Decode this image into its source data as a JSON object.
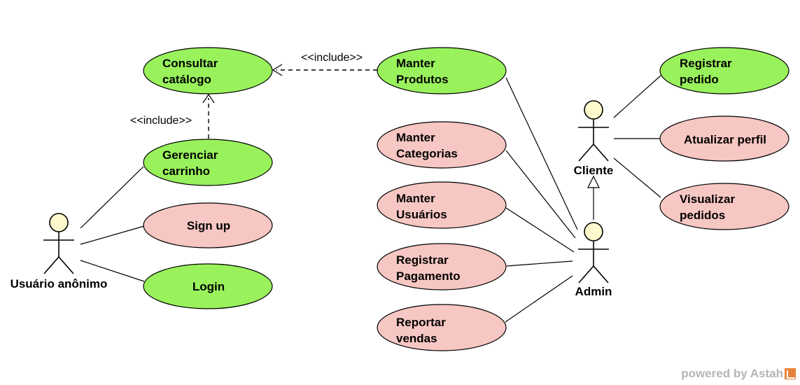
{
  "colors": {
    "green": "#99f25c",
    "pink": "#f7c7c3",
    "actor_head": "#fffacd",
    "stroke": "#000000"
  },
  "actors": {
    "anon": "Usuário anônimo",
    "cliente": "Cliente",
    "admin": "Admin"
  },
  "use_cases": {
    "consultar": [
      "Consultar",
      "catálogo"
    ],
    "gerenciar": [
      "Gerenciar",
      "carrinho"
    ],
    "signup": [
      "Sign up"
    ],
    "login": [
      "Login"
    ],
    "manter_produtos": [
      "Manter",
      "Produtos"
    ],
    "manter_categorias": [
      "Manter",
      "Categorias"
    ],
    "manter_usuarios": [
      "Manter",
      "Usuários"
    ],
    "registrar_pagamento": [
      "Registrar",
      "Pagamento"
    ],
    "reportar_vendas": [
      "Reportar",
      "vendas"
    ],
    "registrar_pedido": [
      "Registrar",
      "pedido"
    ],
    "atualizar_perfil": [
      "Atualizar perfil"
    ],
    "visualizar_pedidos": [
      "Visualizar",
      "pedidos"
    ]
  },
  "relations": {
    "include_top": "<<include>>",
    "include_left": "<<include>>"
  },
  "watermark": "powered by Astah"
}
